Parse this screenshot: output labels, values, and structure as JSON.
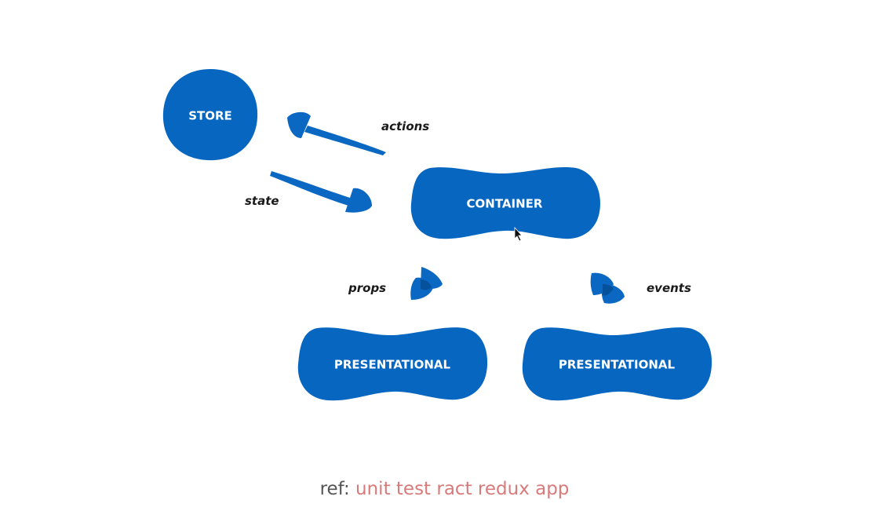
{
  "nodes": {
    "store": "STORE",
    "container": "CONTAINER",
    "presentational_left": "PRESENTATIONAL",
    "presentational_right": "PRESENTATIONAL"
  },
  "edges": {
    "actions": "actions",
    "state": "state",
    "props": "props",
    "events": "events"
  },
  "footer": {
    "prefix": "ref:",
    "link_text": "unit test ract redux app"
  },
  "colors": {
    "node_fill": "#0766c0",
    "arrow_fill": "#0a67c2",
    "arrow_overlap": "#05519c",
    "link_color": "#d97a7a"
  }
}
